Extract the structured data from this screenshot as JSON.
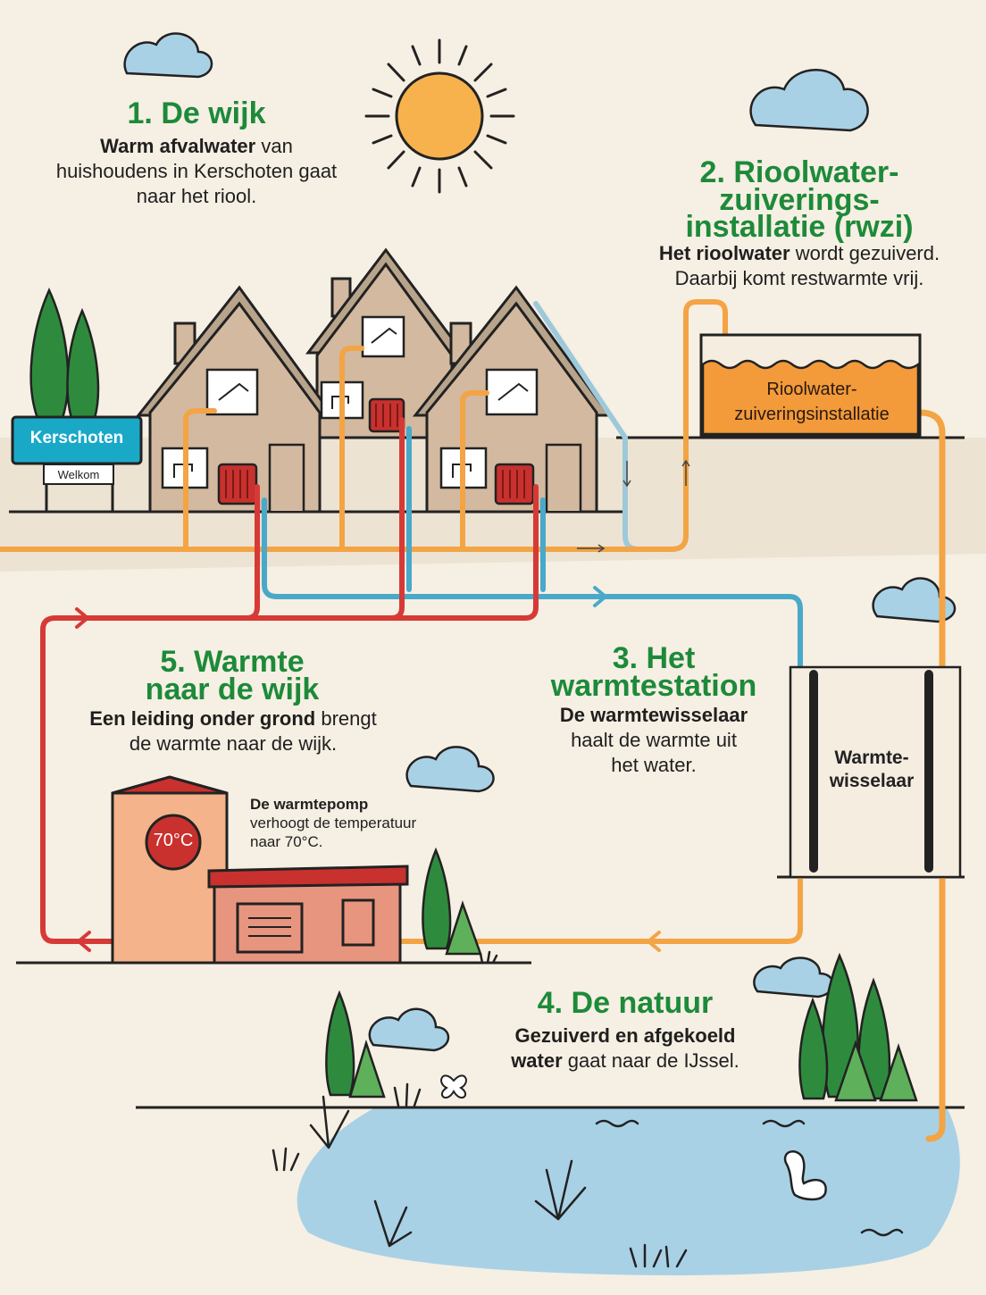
{
  "step1": {
    "title": "1. De wijk",
    "bold": "Warm afvalwater",
    "rest": " van huishoudens in Kerschoten gaat naar het riool."
  },
  "step2": {
    "title_l1": "2. Rioolwater-",
    "title_l2": "zuiverings-",
    "title_l3": "installatie (rwzi)",
    "bold": "Het rioolwater",
    "rest": " wordt gezuiverd.",
    "line2": "Daarbij komt restwarmte vrij."
  },
  "step3": {
    "title_l1": "3. Het",
    "title_l2": "warmtestation",
    "bold": "De warmtewisselaar",
    "line2": "haalt de warmte uit",
    "line3": "het water."
  },
  "step4": {
    "title": "4. De natuur",
    "bold1": "Gezuiverd en afgekoeld",
    "bold2": "water",
    "rest": " gaat naar de IJssel."
  },
  "step5": {
    "title_l1": "5. Warmte",
    "title_l2": "naar de wijk",
    "bold": "Een leiding onder grond",
    "rest": " brengt",
    "line2": "de warmte naar de wijk."
  },
  "pump": {
    "bold": "De warmtepomp",
    "line2": "verhoogt de temperatuur",
    "line3": "naar 70°C."
  },
  "town_sign": {
    "name": "Kerschoten",
    "welcome": "Welkom"
  },
  "rwzi_label": {
    "l1": "Rioolwater-",
    "l2": "zuiveringsinstallatie"
  },
  "exchanger_label": {
    "l1": "Warmte-",
    "l2": "wisselaar"
  },
  "temperature_badge": "70°C",
  "colors": {
    "heading_green": "#1d8a3a",
    "warm_pipe": "#f39a3a",
    "hot_pipe": "#d63a36",
    "cool_pipe": "#49a9c9",
    "sewer_pipe": "#9ec9da",
    "water": "#a9d1e6",
    "background": "#f6efe3"
  }
}
